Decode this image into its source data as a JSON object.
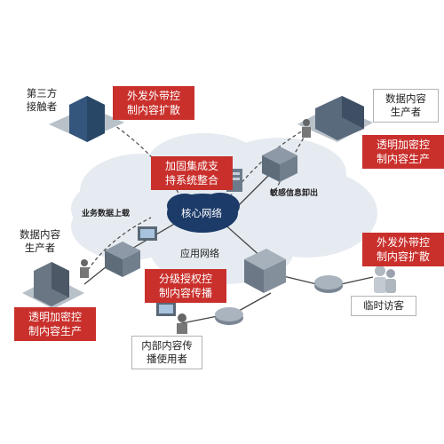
{
  "nodes": {
    "third_party": "第三方\n接触者",
    "data_producer_right": "数据内容\n生产者",
    "data_producer_left": "数据内容\n生产者",
    "temp_visitor": "临时访客",
    "internal_users": "内部内容传\n播使用者"
  },
  "features": {
    "outsource_control_top": "外发外带控\n制内容扩散",
    "integration": "加固集成支\n持系统整合",
    "transparent_encrypt_right": "透明加密控\n制内容生产",
    "outsource_control_right": "外发外带控\n制内容扩散",
    "graded_authorization": "分级授权控\n制内容传播",
    "transparent_encrypt_left": "透明加密控\n制内容生产"
  },
  "network": {
    "core_network": "核心网络",
    "app_network": "应用网络",
    "business_upload": "业务数据上载",
    "sensitive_unload": "敏感信息卸出"
  },
  "colors": {
    "accent_red": "#c9302c",
    "cloud": "#e6ebf1",
    "core_blob": "#1c3b68"
  }
}
